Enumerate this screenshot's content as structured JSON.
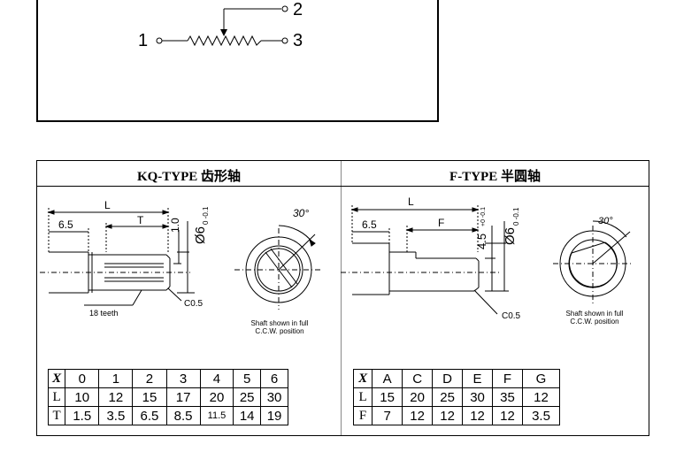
{
  "schematic": {
    "pin1": "1",
    "pin2": "2",
    "pin3": "3"
  },
  "kq": {
    "title": "KQ-TYPE 齿形轴",
    "dim_L": "L",
    "dim_65": "6.5",
    "dim_T": "T",
    "dim_10": "1.0",
    "dim_dia": "Ø6",
    "dim_tol": "0 -0.1",
    "angle": "30°",
    "teeth": "18 teeth",
    "chamfer": "C0.5",
    "note_line1": "Shaft shown in full",
    "note_line2": "C.C.W. position",
    "table": {
      "header_label": "X",
      "header": [
        "0",
        "1",
        "2",
        "3",
        "4",
        "5",
        "6"
      ],
      "rows": [
        {
          "label": "L",
          "values": [
            "10",
            "12",
            "15",
            "17",
            "20",
            "25",
            "30"
          ]
        },
        {
          "label": "T",
          "values": [
            "1.5",
            "3.5",
            "6.5",
            "8.5",
            "11.5",
            "14",
            "19"
          ]
        }
      ]
    }
  },
  "f": {
    "title": "F-TYPE 半圆轴",
    "dim_L": "L",
    "dim_65": "6.5",
    "dim_F": "F",
    "dim_45": "4.5",
    "dim_45_tol": "+0 -0.1",
    "dim_dia": "Ø6",
    "dim_tol": "0 -0.1",
    "angle": "30°",
    "chamfer": "C0.5",
    "note_line1": "Shaft shown in full",
    "note_line2": "C.C.W. position",
    "table": {
      "header_label": "X",
      "header": [
        "A",
        "C",
        "D",
        "E",
        "F",
        "G"
      ],
      "rows": [
        {
          "label": "L",
          "values": [
            "15",
            "20",
            "25",
            "30",
            "35",
            "12"
          ]
        },
        {
          "label": "F",
          "values": [
            "7",
            "12",
            "12",
            "12",
            "12",
            "3.5"
          ]
        }
      ]
    }
  }
}
